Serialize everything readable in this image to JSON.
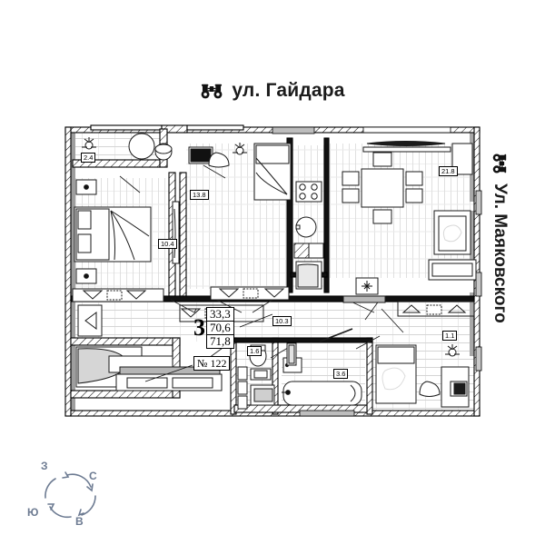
{
  "streets": {
    "top": {
      "icon": "binoculars-icon",
      "label": "ул. Гайдара"
    },
    "right": {
      "icon": "binoculars-icon",
      "label": "Ул. Маяковского"
    }
  },
  "compass": {
    "north": "С",
    "south": "Ю",
    "west": "З",
    "east": "В",
    "color": "#6d7b92"
  },
  "summary": {
    "rooms": "3",
    "living_area": "33,3",
    "area_without_balcony": "70,6",
    "total_area": "71,8",
    "flat_number": "№ 122"
  },
  "rooms": [
    {
      "name": "balcony-top-left",
      "area": "2.4"
    },
    {
      "name": "bedroom-left",
      "area": "10.4"
    },
    {
      "name": "bedroom-middle",
      "area": "13.8"
    },
    {
      "name": "living-room",
      "area": "21.8"
    },
    {
      "name": "hall",
      "area": "10.3"
    },
    {
      "name": "toilet",
      "area": "1.6"
    },
    {
      "name": "bathroom",
      "area": "3.6"
    },
    {
      "name": "balcony-bottom-right",
      "area": "1.1"
    }
  ],
  "colors": {
    "wall": "#000000",
    "wall_fill": "#ffffff",
    "outer_shade": "#9a9a9a",
    "floor_hatch": "#d8d8d8",
    "furniture_line": "#1a1a1a",
    "compass": "#6d7b92"
  }
}
